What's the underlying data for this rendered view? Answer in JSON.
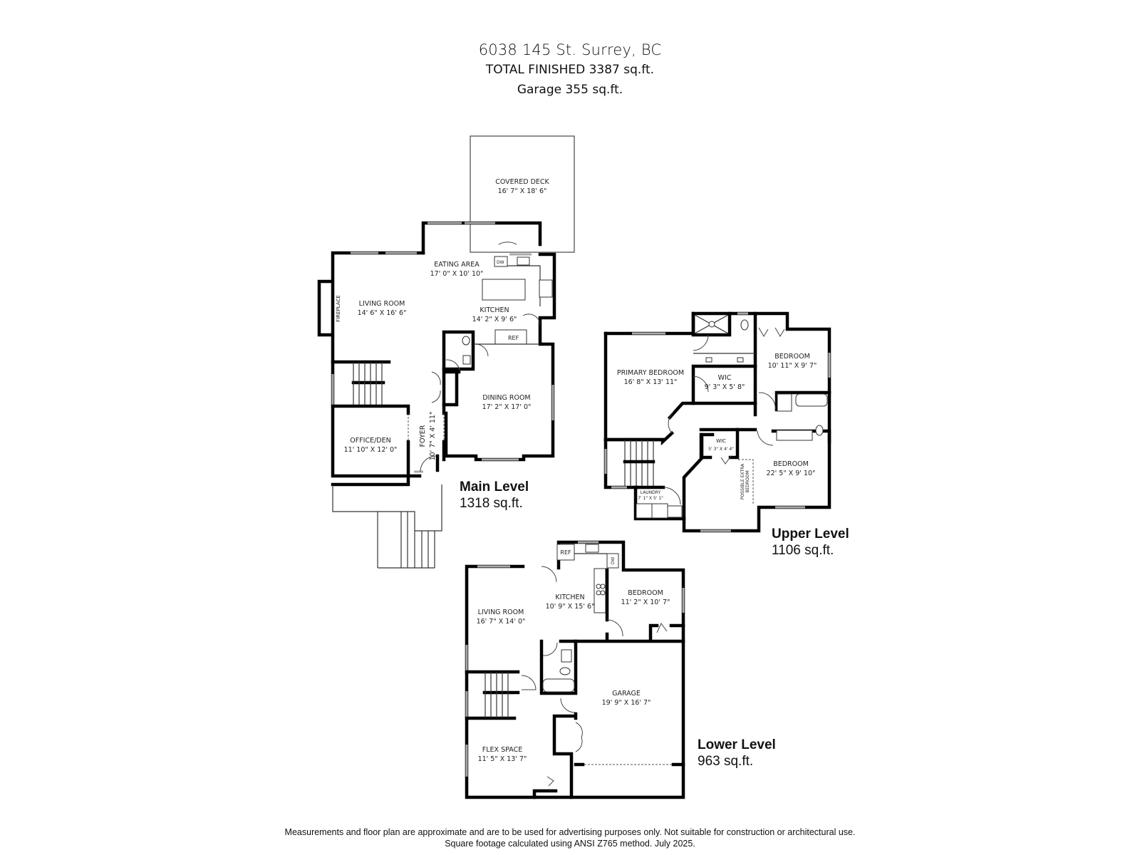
{
  "header": {
    "address": "6038 145 St. Surrey, BC",
    "total_finished": "TOTAL FINISHED  3387 sq.ft.",
    "garage": "Garage  355 sq.ft."
  },
  "levels": {
    "main": {
      "name": "Main Level",
      "area": "1318 sq.ft.",
      "rooms": [
        {
          "name": "COVERED DECK",
          "dims": "16' 7\" X 18' 6\""
        },
        {
          "name": "EATING AREA",
          "dims": "17' 0\" X 10' 10\""
        },
        {
          "name": "LIVING ROOM",
          "dims": "14' 6\" X 16' 6\""
        },
        {
          "name": "KITCHEN",
          "dims": "14' 2\" X 9' 6\""
        },
        {
          "name": "DINING ROOM",
          "dims": "17' 2\" X 17' 0\""
        },
        {
          "name": "OFFICE/DEN",
          "dims": "11' 10\" X 12' 0\""
        },
        {
          "name": "FOYER",
          "dims": "10' 7\" X 4' 11\""
        }
      ],
      "fixtures": {
        "dw": "DW",
        "ref": "REF",
        "fireplace": "FIREPLACE"
      }
    },
    "upper": {
      "name": "Upper Level",
      "area": "1106 sq.ft.",
      "rooms": [
        {
          "name": "PRIMARY BEDROOM",
          "dims": "16' 8\" X 13' 11\""
        },
        {
          "name": "WIC",
          "dims": "9' 3\" X 5' 8\""
        },
        {
          "name": "BEDROOM",
          "dims": "10' 11\" X 9' 7\""
        },
        {
          "name": "WIC",
          "dims": "5' 3\" X 4' 4\""
        },
        {
          "name": "BEDROOM",
          "dims": "22' 5\" X 9' 10\""
        },
        {
          "name": "LAUNDRY",
          "dims": "7' 1\" X 5' 1\""
        }
      ],
      "note": [
        "POSSIBLE EXTRA",
        "BEDROOM"
      ]
    },
    "lower": {
      "name": "Lower Level",
      "area": "963 sq.ft.",
      "rooms": [
        {
          "name": "KITCHEN",
          "dims": "10' 9\" X 15' 6\""
        },
        {
          "name": "BEDROOM",
          "dims": "11' 2\" X 10' 7\""
        },
        {
          "name": "LIVING ROOM",
          "dims": "16' 7\" X 14' 0\""
        },
        {
          "name": "GARAGE",
          "dims": "19' 9\" X 16' 7\""
        },
        {
          "name": "FLEX SPACE",
          "dims": "11' 5\" X 13' 7\""
        }
      ],
      "fixtures": {
        "dw": "DW",
        "ref": "REF"
      }
    }
  },
  "footer": {
    "line1": "Measurements and floor plan are approximate and are to be used for advertising purposes only. Not suitable for construction or architectural use.",
    "line2": "Square footage calculated using ANSI Z765 method. July 2025."
  }
}
